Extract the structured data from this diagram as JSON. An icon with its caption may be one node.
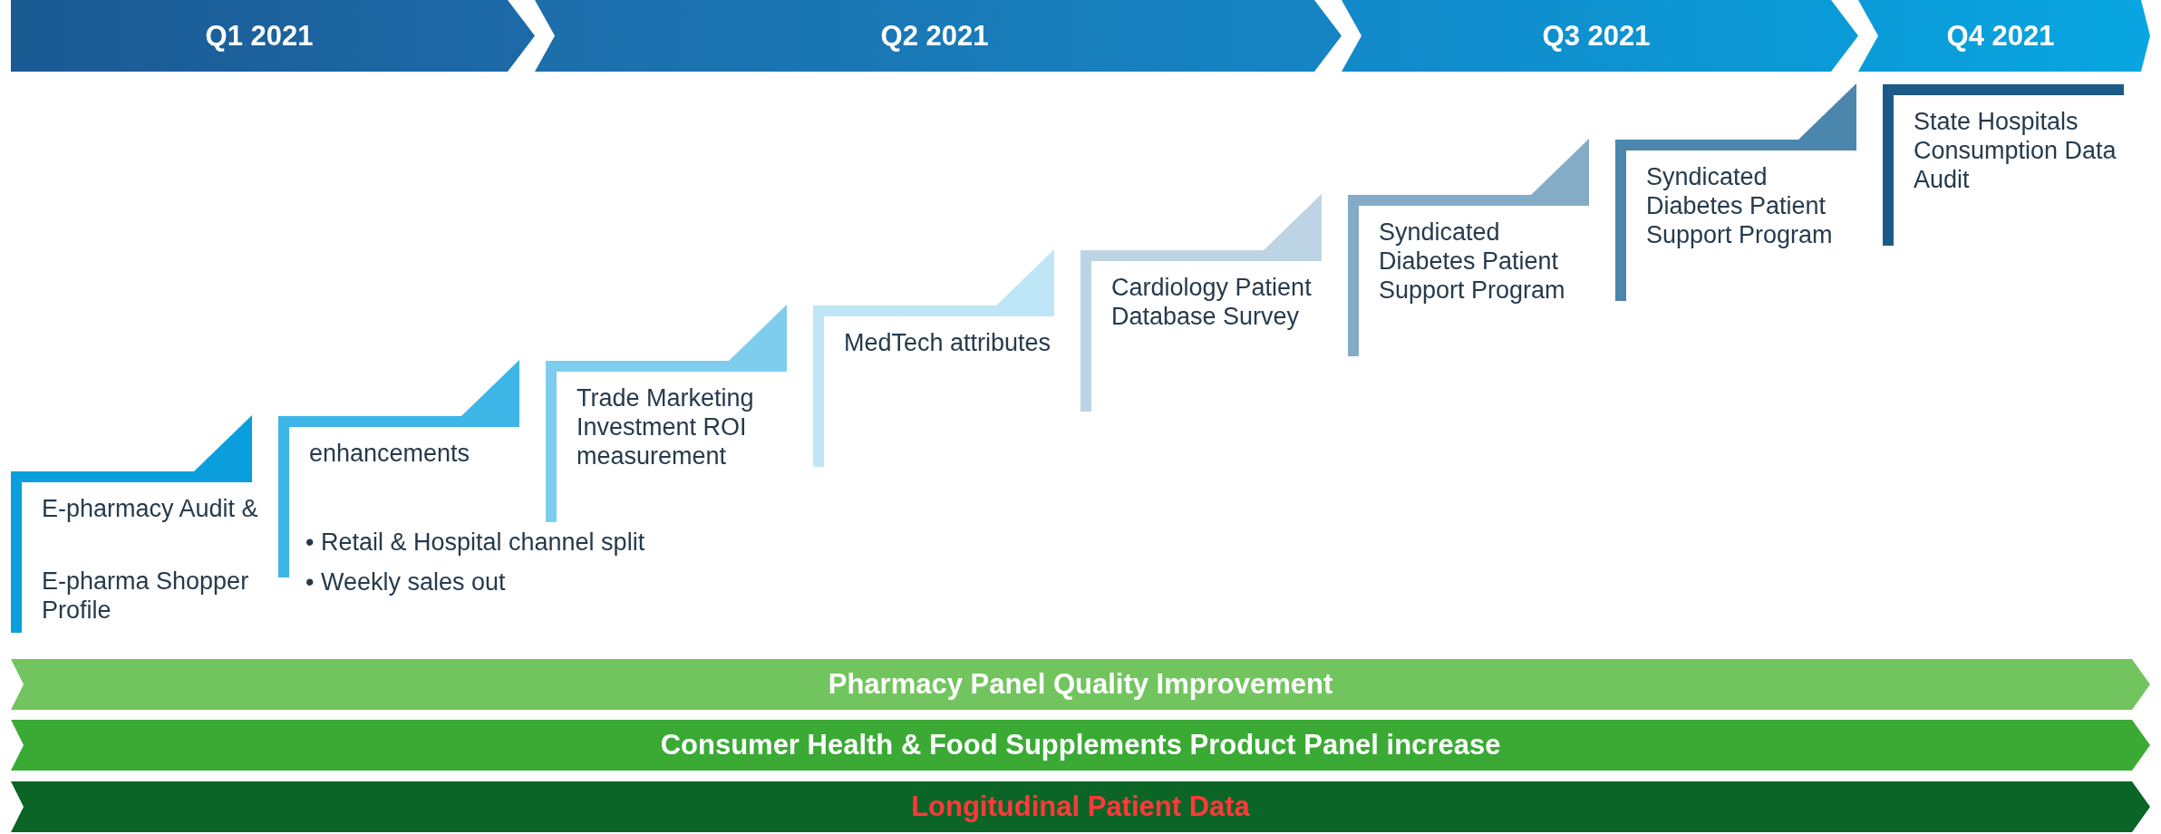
{
  "diagram": {
    "nodes": [
      {
        "text": [
          "Q1 2021"
        ]
      },
      {
        "text": [
          "Q2 2021"
        ]
      },
      {
        "text": [
          "Q3 2021"
        ]
      },
      {
        "text": [
          "Q4 2021"
        ]
      },
      {
        "text": [
          "E-pharmacy Audit &",
          "E-pharma Shopper Profile"
        ]
      },
      {
        "text": [
          "enhancements"
        ],
        "beside": [
          "• Retail & Hospital channel split",
          "• Weekly sales out"
        ]
      },
      {
        "text": [
          "Trade Marketing Investment ROI measurement"
        ]
      },
      {
        "text": [
          "MedTech attributes"
        ]
      },
      {
        "text": [
          "Cardiology Patient Database Survey"
        ]
      },
      {
        "text": [
          "Syndicated Diabetes Patient Support Program"
        ]
      },
      {
        "text": [
          "Syndicated Diabetes Patient Support Program"
        ]
      },
      {
        "text": [
          "State Hospitals Consumption Data Audit"
        ]
      },
      {
        "text": [
          "Pharmacy Panel Quality Improvement"
        ]
      },
      {
        "text": [
          "Consumer Health & Food Supplements Product Panel increase"
        ]
      },
      {
        "text": [
          "Longitudinal Patient Data"
        ]
      }
    ]
  }
}
